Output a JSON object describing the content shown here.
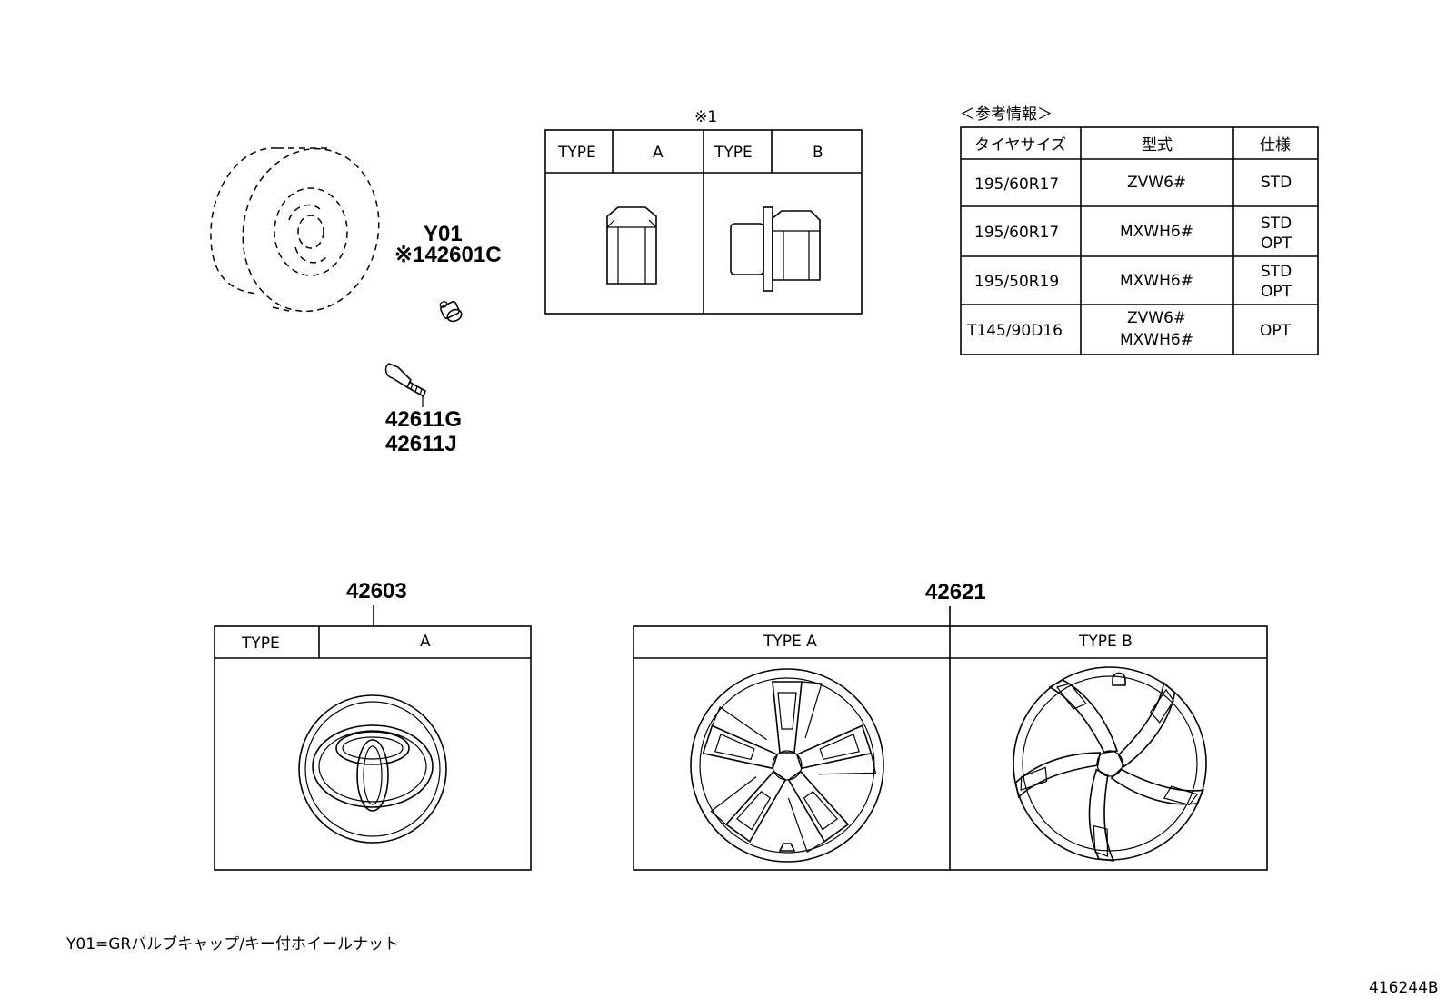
{
  "parts": {
    "tpms_top": "Y01",
    "tpms_bottom": "※142601C",
    "valve_1": "42611G",
    "valve_2": "42611J",
    "cap": "42603",
    "wheel_cap": "42621"
  },
  "nut_table": {
    "note": "※1",
    "type_a_label": "TYPE",
    "type_a_value": "A",
    "type_b_label": "TYPE",
    "type_b_value": "B"
  },
  "ref_table": {
    "title": "＜参考情報＞",
    "headers": [
      "タイヤサイズ",
      "型式",
      "仕様"
    ],
    "rows": [
      {
        "size": "195/60R17",
        "model": [
          "ZVW6#"
        ],
        "spec": [
          "STD"
        ]
      },
      {
        "size": "195/60R17",
        "model": [
          "MXWH6#"
        ],
        "spec": [
          "STD",
          "OPT"
        ]
      },
      {
        "size": "195/50R19",
        "model": [
          "MXWH6#"
        ],
        "spec": [
          "STD",
          "OPT"
        ]
      },
      {
        "size": "T145/90D16",
        "model": [
          "ZVW6#",
          "MXWH6#"
        ],
        "spec": [
          "OPT"
        ]
      }
    ]
  },
  "cap_table": {
    "type_label": "TYPE",
    "type_value": "A"
  },
  "wheelcap_table": {
    "type_a": "TYPE A",
    "type_b": "TYPE B"
  },
  "footnote": "Y01=GRバルブキャップ/キー付ホイールナット",
  "code": "416244B"
}
